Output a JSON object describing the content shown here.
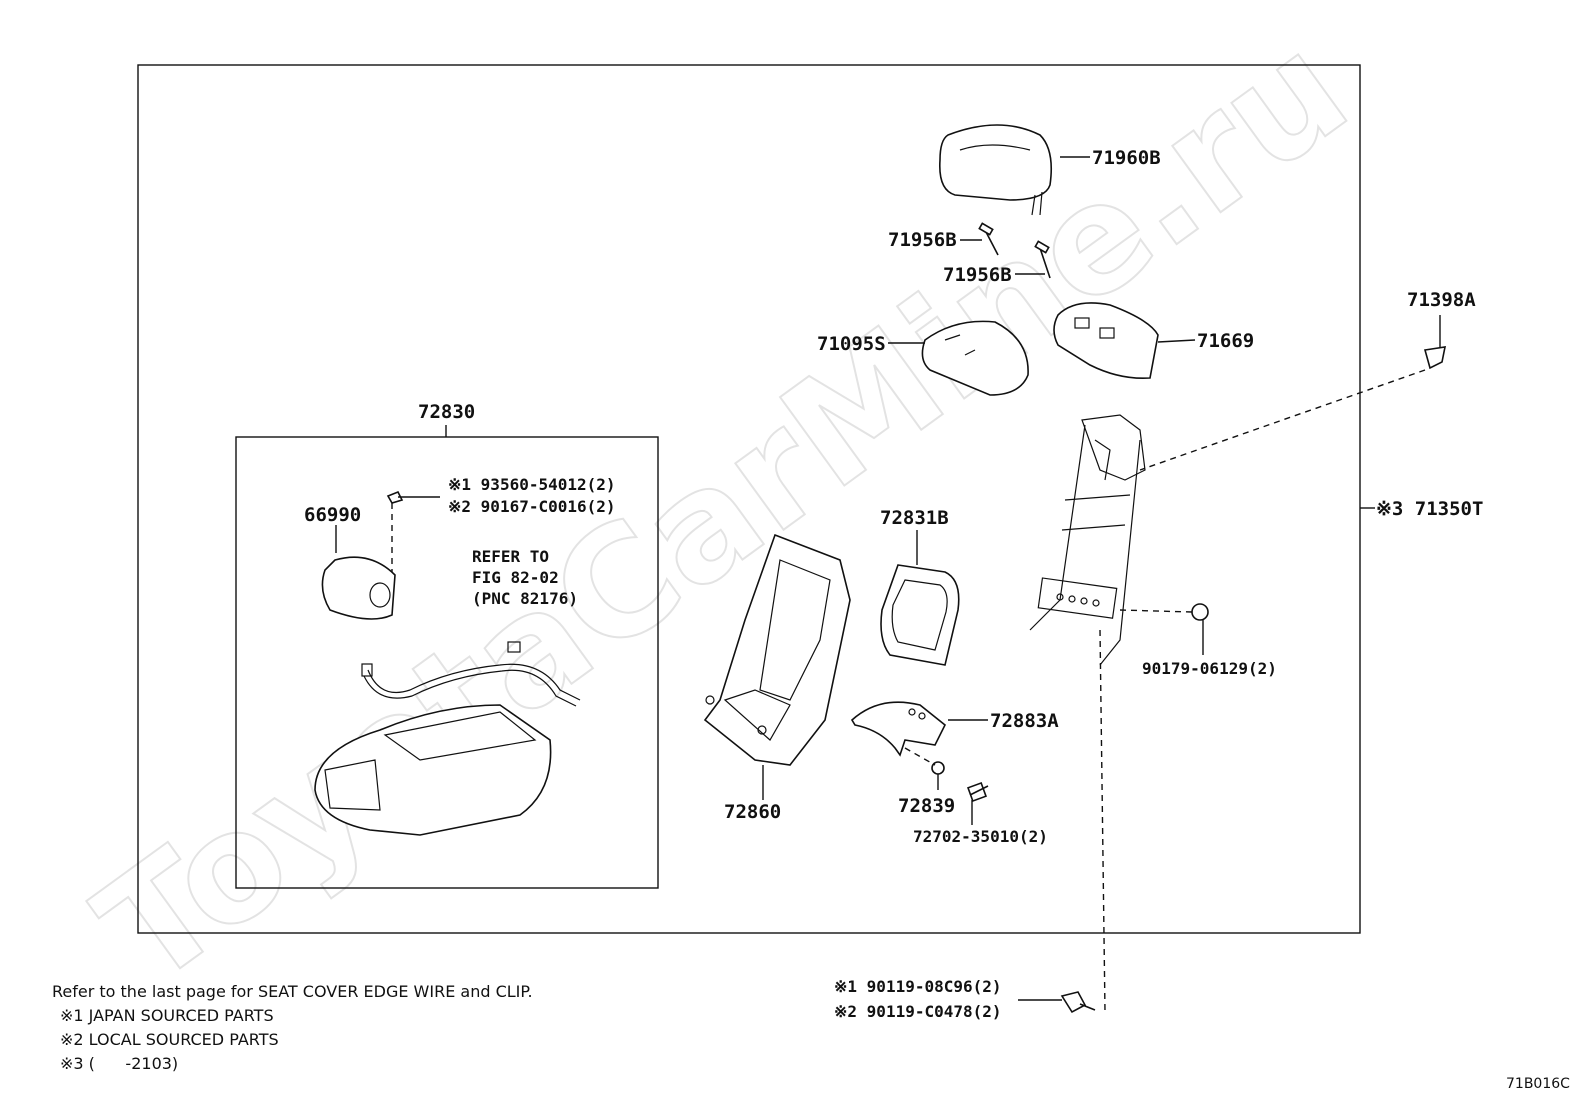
{
  "watermark": "ToyotaCarMine.ru",
  "parts": {
    "p71960B": "71960B",
    "p71956B_a": "71956B",
    "p71956B_b": "71956B",
    "p71095S": "71095S",
    "p71669": "71669",
    "p71398A": "71398A",
    "p71350T": "※3 71350T",
    "p72830": "72830",
    "p66990": "66990",
    "p72831B": "72831B",
    "p72860": "72860",
    "p72883A": "72883A",
    "p72839": "72839",
    "p72702": "72702-35010(2)",
    "p90179": "90179-06129(2)"
  },
  "fasteners": {
    "screw_j": "※1 93560-54012(2)",
    "screw_l": "※2 90167-C0016(2)",
    "bolt_j": "※1 90119-08C96(2)",
    "bolt_l": "※2 90119-C0478(2)"
  },
  "refer": {
    "line1": "REFER TO",
    "line2": "FIG 82-02",
    "line3": "(PNC 82176)"
  },
  "notes": {
    "n1": "Refer to the last page for SEAT COVER EDGE WIRE and CLIP.",
    "n2": "※1 JAPAN SOURCED PARTS",
    "n3": "※2 LOCAL SOURCED PARTS",
    "n4": "※3 (      -2103)"
  },
  "figure_code": "71B016C"
}
